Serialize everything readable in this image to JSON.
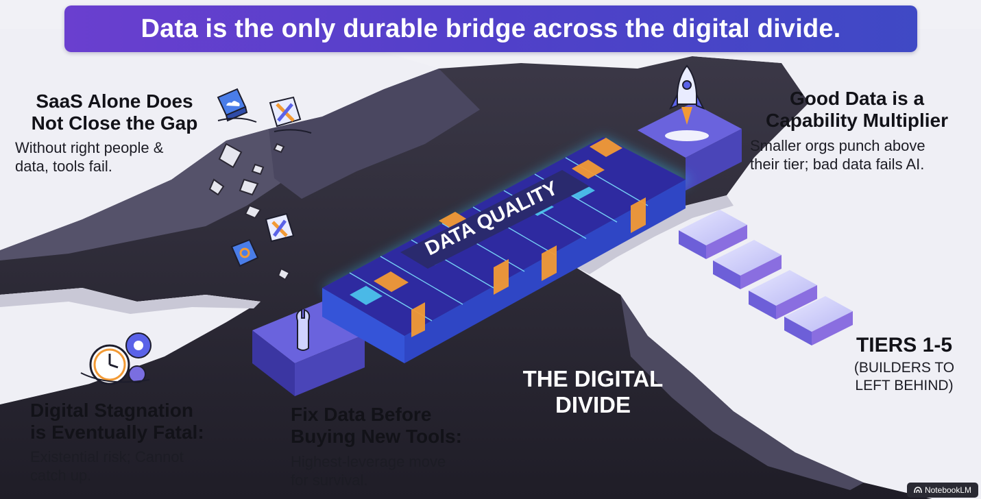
{
  "title": "Data is the only durable bridge across the digital divide.",
  "bridge_label": "DATA QUALITY",
  "sections": {
    "saas": {
      "heading_line1": "SaaS Alone Does",
      "heading_line2": "Not Close the Gap",
      "body_line1": "Without right people &",
      "body_line2": "data, tools fail."
    },
    "good_data": {
      "heading_line1": "Good Data is a",
      "heading_line2": "Capability Multiplier",
      "body_line1": "Smaller orgs punch above",
      "body_line2": "their tier; bad data fails AI."
    },
    "stagnation": {
      "heading_line1": "Digital Stagnation",
      "heading_line2": "is Eventually Fatal:",
      "body_line1": "Existential risk; Cannot",
      "body_line2": "catch up."
    },
    "fix_data": {
      "heading_line1": "Fix Data Before",
      "heading_line2": "Buying New Tools:",
      "body_line1": "Highest-leverage move",
      "body_line2": "for survival."
    },
    "divide": {
      "line1": "THE DIGITAL",
      "line2": "DIVIDE"
    },
    "tiers": {
      "heading": "TIERS 1-5",
      "sub_line1": "(BUILDERS TO",
      "sub_line2": "LEFT BEHIND)"
    }
  },
  "watermark": "NotebookLM",
  "icons": {
    "saas_cloud": "cloud-box-icon",
    "saas_tools": "wrench-screwdriver-icon",
    "debris_tools": "wrench-screwdriver-icon",
    "debris_gear": "gear-box-icon",
    "rocket": "rocket-icon",
    "clock_gears": "clock-gears-icon",
    "wrench": "wrench-icon"
  },
  "colors": {
    "banner_start": "#6a3fcf",
    "banner_end": "#3f49c5",
    "chasm": "#2a2733",
    "bridge_blue": "#3c8cf0",
    "bridge_cyan": "#36c2ee",
    "bridge_orange": "#f29a35",
    "pillar": "#4a45b8"
  }
}
